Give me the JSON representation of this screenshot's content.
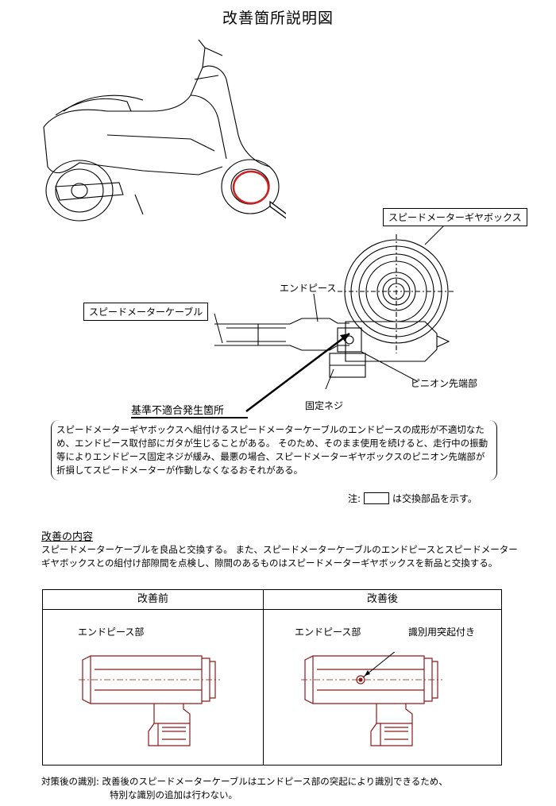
{
  "title": "改善箇所説明図",
  "labels": {
    "gearbox": "スピードメーターギヤボックス",
    "end_piece": "エンドピース",
    "cable": "スピードメーターケーブル",
    "pinion": "ピニオン先端部",
    "fixing_screw": "固定ネジ",
    "defect_location": "基準不適合発生箇所"
  },
  "description": "スピードメーターギヤボックスへ組付けるスピードメーターケーブルのエンドピースの成形が不適切なため、エンドピース取付部にガタが生じることがある。 そのため、そのまま使用を続けると、走行中の振動等によりエンドピース固定ネジが緩み、最悪の場合、スピードメーターギヤボックスのピニオン先端部が折損してスピードメーターが作動しなくなるおそれがある。",
  "note": {
    "prefix": "注:",
    "suffix": "は交換部品を示す。"
  },
  "improvement": {
    "heading": "改善の内容",
    "body": "スピードメーターケーブルを良品と交換する。 また、スピードメーターケーブルのエンドピースとスピードメーターギヤボックスとの組付け部隙間を点検し、隙間のあるものはスピードメーターギヤボックスを新品と交換する。"
  },
  "comparison": {
    "before": {
      "header": "改善前",
      "part_label": "エンドピース部"
    },
    "after": {
      "header": "改善後",
      "part_label": "エンドピース部",
      "marker_label": "識別用突起付き"
    }
  },
  "footer": {
    "line1": "対策後の識別: 改善後のスピードメーターケーブルはエンドピース部の突起により識別できるため、",
    "line2": "特別な識別の追加は行わない。"
  },
  "colors": {
    "line": "#000000",
    "part_outline": "#8b1a1a",
    "highlight": "#cc2222"
  }
}
